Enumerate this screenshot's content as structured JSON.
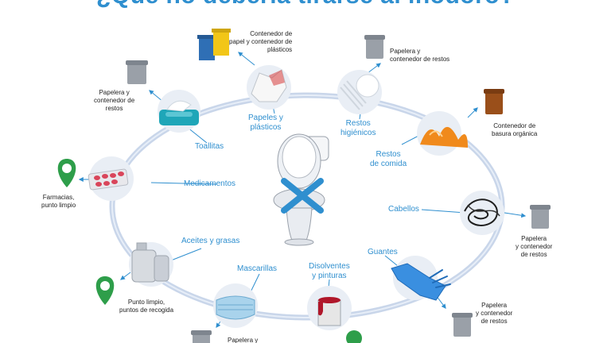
{
  "title": "¿Qué no debería tirarse al inodoro?",
  "colors": {
    "accent": "#2f8fcf",
    "ring": "#c9d6ea",
    "cross": "#2f8fcf",
    "green": "#2e9e4a"
  },
  "items": {
    "toallitas": {
      "label": "Toallitas",
      "dest": [
        "Papelera y",
        "contenedor de",
        "restos"
      ]
    },
    "papeles": {
      "label": [
        "Papeles y",
        "plásticos"
      ],
      "dest": [
        "Contenedor de",
        "papel y contenedor de",
        "plásticos"
      ]
    },
    "restos_higienicos": {
      "label": [
        "Restos",
        "higiénicos"
      ],
      "dest": [
        "Papelera y",
        "contenedor de restos"
      ]
    },
    "restos_comida": {
      "label": [
        "Restos",
        "de comida"
      ],
      "dest": [
        "Contenedor de",
        "basura orgánica"
      ]
    },
    "cabellos": {
      "label": "Cabellos",
      "dest": [
        "Papelera",
        "y contenedor",
        "de restos"
      ]
    },
    "medicamentos": {
      "label": "Medicamentos",
      "dest": [
        "Farmacias,",
        "punto limpio"
      ]
    },
    "aceites": {
      "label": "Aceites y grasas",
      "dest": [
        "Punto limpio,",
        "puntos de recogida"
      ]
    },
    "mascarillas": {
      "label": "Mascarillas",
      "dest": [
        "Papelera y"
      ]
    },
    "disolventes": {
      "label": [
        "Disolventes",
        "y pinturas"
      ]
    },
    "guantes": {
      "label": "Guantes",
      "dest": [
        "Papelera",
        "y contenedor",
        "de restos"
      ]
    }
  }
}
